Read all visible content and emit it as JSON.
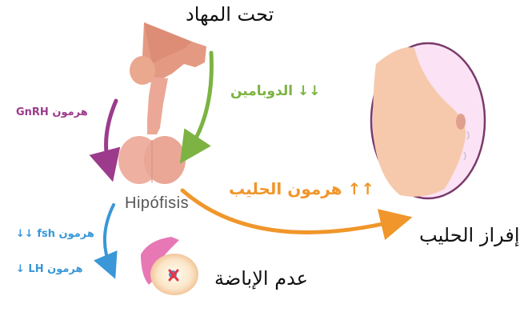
{
  "diagram": {
    "labels": {
      "hypothalamus": "تحت المهاد",
      "dopamine": "↓↓ الدوبامين",
      "gnrh": "هرمون GnRH",
      "pituitary": "Hipófisis",
      "prolactin": "↑↑ هرمون الحليب",
      "fsh": "هرمون fsh ↓↓",
      "lh": "هرمون LH ↓",
      "anovulation": "عدم الإباضة",
      "lactation": "إفراز الحليب"
    },
    "nodes": [
      {
        "id": "hypothalamus",
        "label": "تحت المهاد",
        "icon": "hypothalamus-illustration"
      },
      {
        "id": "pituitary",
        "label": "Hipófisis",
        "icon": "pituitary-gland-illustration"
      },
      {
        "id": "breast",
        "label": "إفراز الحليب",
        "icon": "breast-milk-illustration"
      },
      {
        "id": "ovary",
        "label": "عدم الإباضة",
        "icon": "ovary-crossed-illustration"
      }
    ],
    "arrows": [
      {
        "from": "hypothalamus",
        "to": "pituitary",
        "label": "↓↓ الدوبامين",
        "color": "#7cb342"
      },
      {
        "from": "hypothalamus",
        "to": "pituitary",
        "label": "هرمون GnRH",
        "color": "#9c3b8c"
      },
      {
        "from": "pituitary",
        "to": "breast",
        "label": "↑↑ هرمون الحليب",
        "color": "#f0962a"
      },
      {
        "from": "pituitary",
        "to": "ovary",
        "label": "هرمون fsh ↓↓ / هرمون LH ↓",
        "color": "#3a97d8"
      }
    ],
    "colors": {
      "green": "#7cb342",
      "purple": "#9c3b8c",
      "orange": "#f0962a",
      "blue": "#3a97d8",
      "gland": "#e8a08a",
      "breast_skin": "#f6c9ac",
      "breast_bg": "#fbe3f5",
      "breast_outline": "#7a3a6a"
    }
  }
}
